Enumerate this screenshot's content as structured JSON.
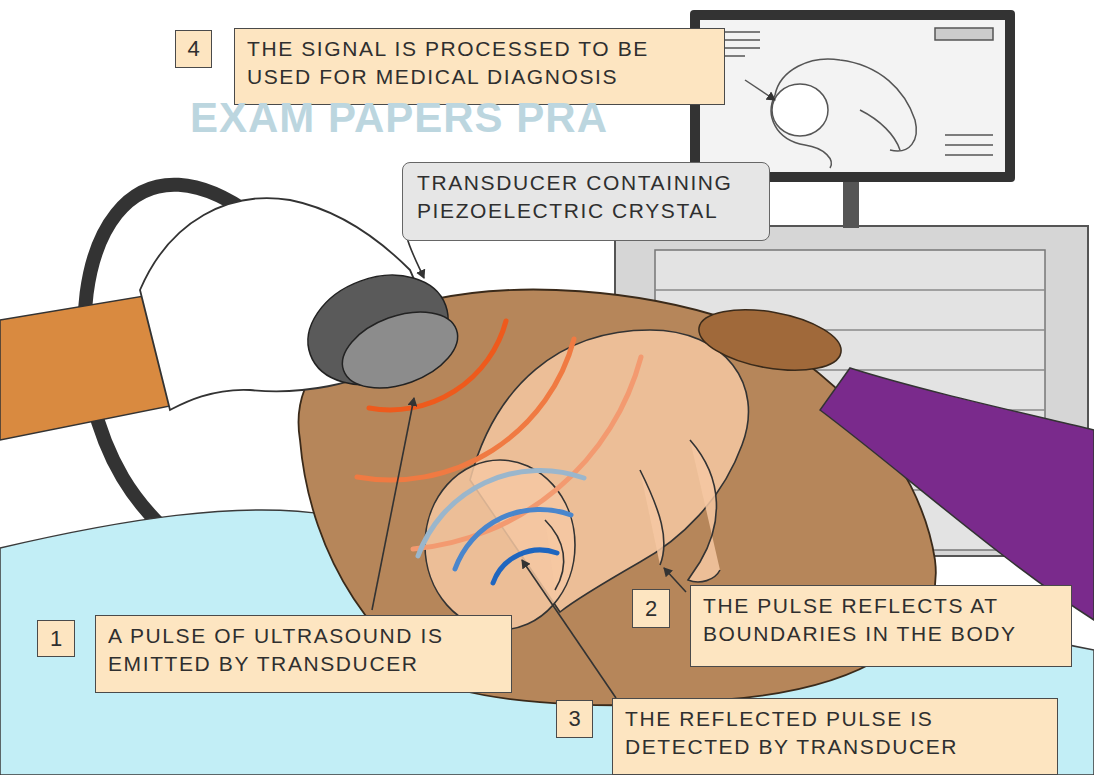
{
  "diagram": {
    "nodes": [
      {
        "text": [
          "4"
        ]
      },
      {
        "text": [
          "THE SIGNAL IS PROCESSED TO BE USED FOR MEDICAL DIAGNOSIS"
        ]
      },
      {
        "text": [
          "TRANSDUCER CONTAINING PIEZOELECTRIC CRYSTAL"
        ]
      },
      {
        "text": [
          "1"
        ]
      },
      {
        "text": [
          "A PULSE OF ULTRASOUND IS EMITTED BY TRANSDUCER"
        ]
      },
      {
        "text": [
          "2"
        ]
      },
      {
        "text": [
          "THE PULSE REFLECTS AT BOUNDARIES IN THE BODY"
        ]
      },
      {
        "text": [
          "3"
        ]
      },
      {
        "text": [
          "THE REFLECTED PULSE IS DETECTED BY TRANSDUCER"
        ]
      }
    ],
    "labels": [
      "EXAM PAPERS PRA"
    ]
  }
}
